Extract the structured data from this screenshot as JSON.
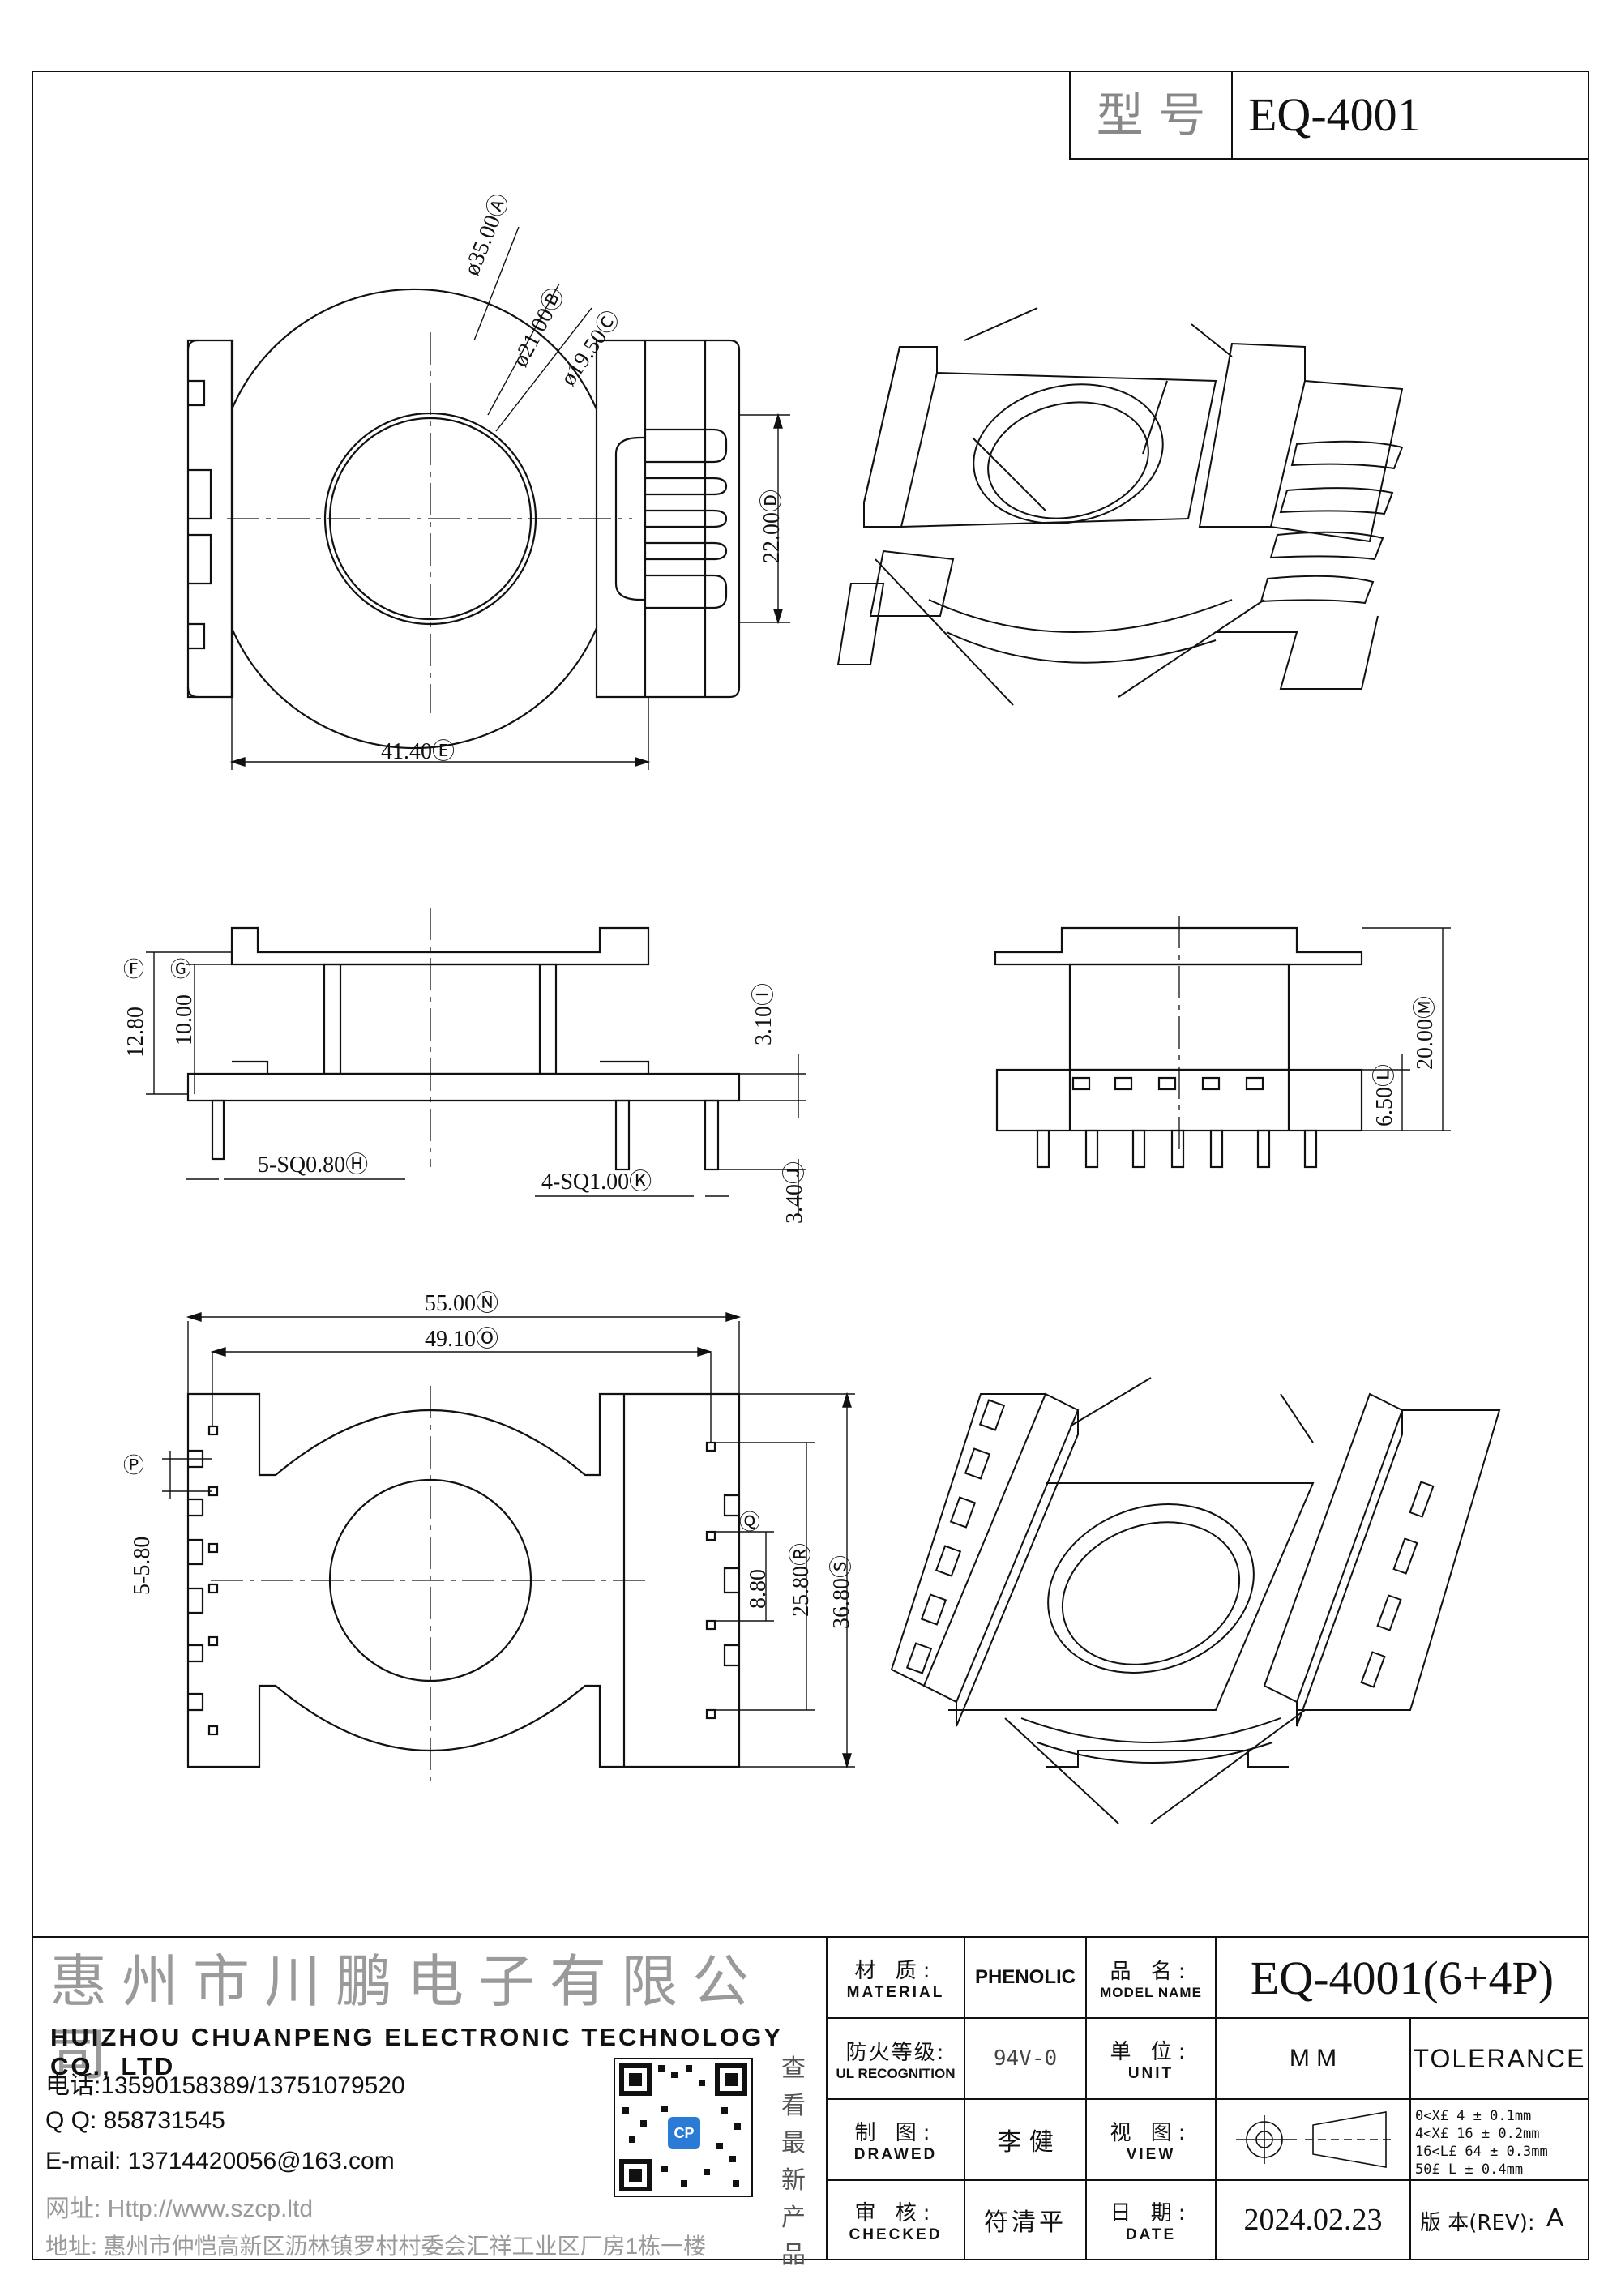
{
  "header": {
    "model_label": "型 号",
    "model_value": "EQ-4001"
  },
  "views": {
    "top": {
      "dims": {
        "d_a": "ø35.00Ⓐ",
        "d_b": "ø21.00Ⓑ",
        "d_c": "ø19.50Ⓒ",
        "d_d": "22.00Ⓓ",
        "d_e": "41.40Ⓔ"
      }
    },
    "side": {
      "dims": {
        "f": "Ⓕ",
        "g": "Ⓖ",
        "f_val": "12.80",
        "g_val": "10.00",
        "i": "3.10Ⓘ",
        "h": "5-SQ0.80Ⓗ",
        "k": "4-SQ1.00Ⓚ",
        "j": "3.40Ⓙ"
      }
    },
    "end": {
      "dims": {
        "m": "20.00Ⓜ",
        "l": "6.50Ⓛ"
      }
    },
    "bottom": {
      "dims": {
        "n": "55.00Ⓝ",
        "o": "49.10Ⓞ",
        "p": "Ⓟ",
        "p_val": "5-5.80",
        "q": "Ⓠ",
        "q_val": "8.80",
        "r": "25.80Ⓡ",
        "s": "36.80Ⓢ"
      }
    }
  },
  "title_block": {
    "company_cn": "惠州市川鹏电子有限公司",
    "company_en": "HUIZHOU CHUANPENG ELECTRONIC TECHNOLOGY CO., LTD",
    "phone": "电话:13590158389/13751079520",
    "qq": "Q Q:  858731545",
    "email": "E-mail: 13714420056@163.com",
    "website": "网址: Http://www.szcp.ltd",
    "address": "地址: 惠州市仲恺高新区沥林镇罗村村委会汇祥工业区厂房1栋一楼",
    "qr_caption": "查看最新产品",
    "qr_badge": "CP",
    "material_cn": "材 质:",
    "material_en": "MATERIAL",
    "material_value": "PHENOLIC",
    "model_name_cn": "品 名:",
    "model_name_en": "MODEL NAME",
    "model_name_value": "EQ-4001(6+4P)",
    "fire_cn": "防火等级:",
    "fire_en": "UL RECOGNITION",
    "fire_value": "94V-0",
    "unit_cn": "单 位:",
    "unit_en": "UNIT",
    "unit_value": "M M",
    "tolerance_title": "TOLERANCE",
    "drawn_cn": "制 图:",
    "drawn_en": "DRAWED",
    "drawn_value": "李 健",
    "view_cn": "视 图:",
    "view_en": "VIEW",
    "tolerance_rows": [
      "0<X£ 4    ± 0.1mm",
      "4<X£ 16  ± 0.2mm",
      "16<L£ 64 ± 0.3mm",
      "50£ L     ± 0.4mm"
    ],
    "checked_cn": "审 核:",
    "checked_en": "CHECKED",
    "checked_value": "符清平",
    "date_cn": "日 期:",
    "date_en": "DATE",
    "date_value": "2024.02.23",
    "rev_label": "版 本(REV):",
    "rev_value": "A"
  }
}
